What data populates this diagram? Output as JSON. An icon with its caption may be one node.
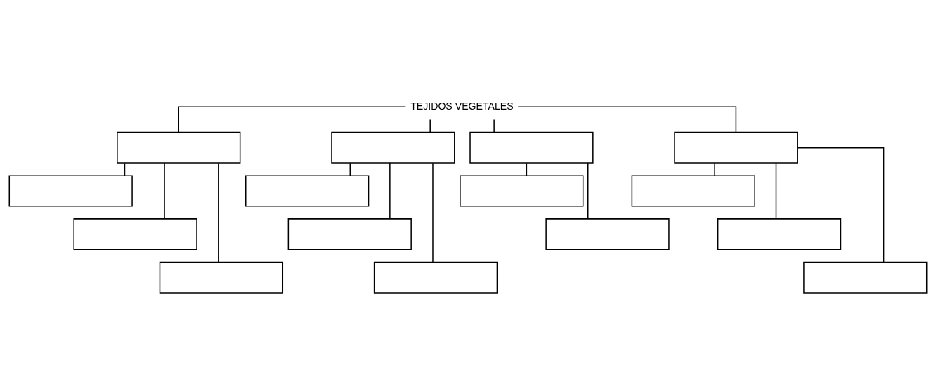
{
  "diagram": {
    "nodes": [
      {
        "text": [
          "TEJIDOS VEGETALES"
        ]
      },
      {
        "text": [],
        "shape": "box"
      },
      {
        "text": [],
        "shape": "box"
      },
      {
        "text": [],
        "shape": "box"
      },
      {
        "text": [],
        "shape": "box"
      },
      {
        "text": [],
        "shape": "box"
      },
      {
        "text": [],
        "shape": "box"
      },
      {
        "text": [],
        "shape": "box"
      },
      {
        "text": [],
        "shape": "box"
      },
      {
        "text": [],
        "shape": "box"
      },
      {
        "text": [],
        "shape": "box"
      },
      {
        "text": [],
        "shape": "box"
      },
      {
        "text": [],
        "shape": "box"
      },
      {
        "text": [],
        "shape": "box"
      },
      {
        "text": [],
        "shape": "box"
      },
      {
        "text": [],
        "shape": "box"
      }
    ],
    "edges": [
      {
        "from": 0,
        "to": 1,
        "arrow": "none"
      },
      {
        "from": 0,
        "to": 2,
        "arrow": "none"
      },
      {
        "from": 0,
        "to": 3,
        "arrow": "none"
      },
      {
        "from": 0,
        "to": 4,
        "arrow": "none"
      },
      {
        "from": 1,
        "to": 5,
        "arrow": "none"
      },
      {
        "from": 1,
        "to": 6,
        "arrow": "none"
      },
      {
        "from": 1,
        "to": 7,
        "arrow": "none"
      },
      {
        "from": 2,
        "to": 8,
        "arrow": "none"
      },
      {
        "from": 2,
        "to": 9,
        "arrow": "none"
      },
      {
        "from": 2,
        "to": 10,
        "arrow": "none"
      },
      {
        "from": 3,
        "to": 11,
        "arrow": "none"
      },
      {
        "from": 3,
        "to": 12,
        "arrow": "none"
      },
      {
        "from": 4,
        "to": 13,
        "arrow": "none"
      },
      {
        "from": 4,
        "to": 14,
        "arrow": "none"
      },
      {
        "from": 4,
        "to": 15,
        "arrow": "none"
      }
    ]
  }
}
